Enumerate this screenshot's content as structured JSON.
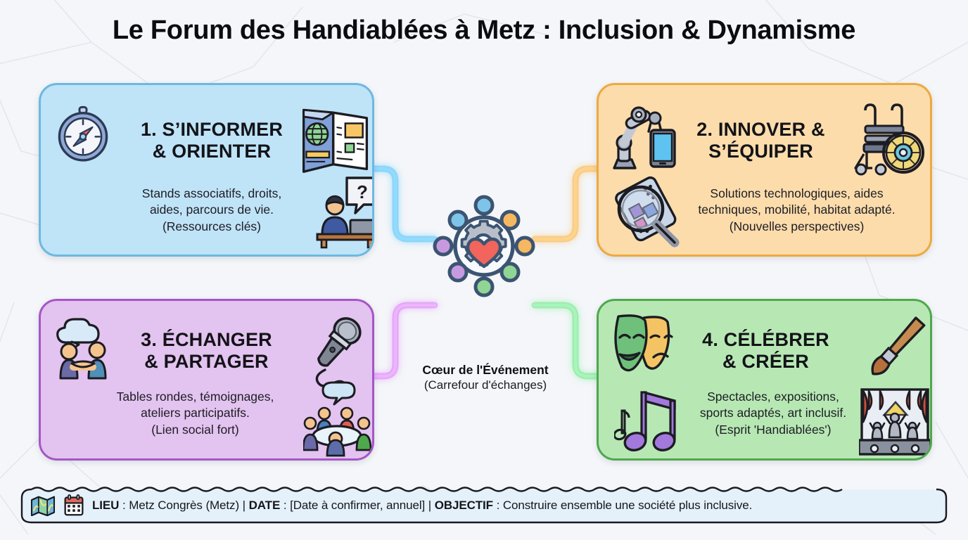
{
  "title": "Le Forum des Handiablées à Metz : Inclusion & Dynamisme",
  "cards": [
    {
      "id": "card-1",
      "heading": "1. S’INFORMER\n& ORIENTER",
      "heading_line1": "1. S’INFORMER",
      "heading_line2": "& ORIENTER",
      "body_line1": "Stands associatifs, droits,",
      "body_line2": "aides, parcours de vie.",
      "body_line3": "(Ressources clés)",
      "fill": "#bfe3f7",
      "border": "#6bb9e2",
      "glow": "#35b4f2",
      "icons": [
        "compass-icon",
        "brochure-globe-icon",
        "info-desk-person-icon"
      ]
    },
    {
      "id": "card-2",
      "heading_line1": "2. INNOVER &",
      "heading_line2": "S’ÉQUIPER",
      "body_line1": "Solutions technologiques, aides",
      "body_line2": "techniques, mobilité, habitat adapté.",
      "body_line3": "(Nouvelles perspectives)",
      "fill": "#fcdcab",
      "border": "#eda93f",
      "glow": "#f5a623",
      "icons": [
        "robot-arm-tablet-icon",
        "wheelchair-icon",
        "magnifier-chip-icon"
      ]
    },
    {
      "id": "card-3",
      "heading_line1": "3. ÉCHANGER",
      "heading_line2": "& PARTAGER",
      "body_line1": "Tables rondes, témoignages,",
      "body_line2": "ateliers participatifs.",
      "body_line3": "(Lien social fort)",
      "fill": "#e3c3ef",
      "border": "#a556c7",
      "glow": "#cf5cf0",
      "icons": [
        "handshake-speech-icon",
        "microphone-icon",
        "round-table-group-icon"
      ]
    },
    {
      "id": "card-4",
      "heading_line1": "4. CÉLÉBRER",
      "heading_line2": "& CRÉER",
      "body_line1": "Spectacles, expositions,",
      "body_line2": "sports adaptés, art inclusif.",
      "body_line3": "(Esprit 'Handiablées')",
      "fill": "#b7e8b4",
      "border": "#4fa84d",
      "glow": "#49e06a",
      "icons": [
        "theatre-masks-icon",
        "paintbrush-icon",
        "music-notes-icon",
        "stage-performance-icon"
      ]
    }
  ],
  "hub": {
    "caption_line1": "Cœur de l'Événement",
    "caption_line2": "(Carrefour d'échanges)",
    "center_icons": [
      "gear-icon",
      "heart-icon"
    ],
    "node_colors": [
      "#7ec4e8",
      "#f6b761",
      "#f6b761",
      "#8fd694",
      "#8fd694",
      "#c79ae0",
      "#c79ae0",
      "#7ec4e8"
    ],
    "ring_color": "#3c5472"
  },
  "footer": {
    "icons": [
      "folded-map-icon",
      "calendar-icon"
    ],
    "label_lieu": "LIEU",
    "value_lieu": " : Metz Congrès (Metz) | ",
    "label_date": "DATE",
    "value_date": " : [Date à confirmer, annuel] | ",
    "label_objectif": "OBJECTIF",
    "value_objectif": " : Construire ensemble une société plus inclusive.",
    "fill": "#e4f1fa",
    "border": "#1a1a20"
  },
  "palette": {
    "background": "#f4f6f9",
    "title_color": "#0c0c10",
    "text_color": "#1d1d24"
  }
}
